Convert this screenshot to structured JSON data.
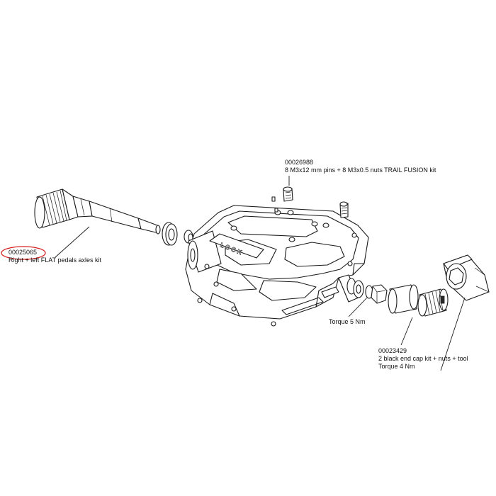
{
  "parts": [
    {
      "id": "axle",
      "code": "00025065",
      "description": "Right + left FLAT pedals axles kit",
      "note": ""
    },
    {
      "id": "pins",
      "code": "00026988",
      "description": "8 M3x12 mm pins + 8 M3x0.5 nuts TRAIL FUSION kit",
      "note": ""
    },
    {
      "id": "axle-nut",
      "code": "",
      "description": "",
      "note": "Torque 5 Nm"
    },
    {
      "id": "end-cap",
      "code": "00023429",
      "description": "2 black end cap kit + nuts + tool",
      "note": "Torque 4 Nm"
    }
  ],
  "body_brand_mark": "LOOK",
  "colors": {
    "line": "#1a1a1a",
    "highlight": "#d62020",
    "background": "#ffffff"
  },
  "highlighted_part": "00025065"
}
